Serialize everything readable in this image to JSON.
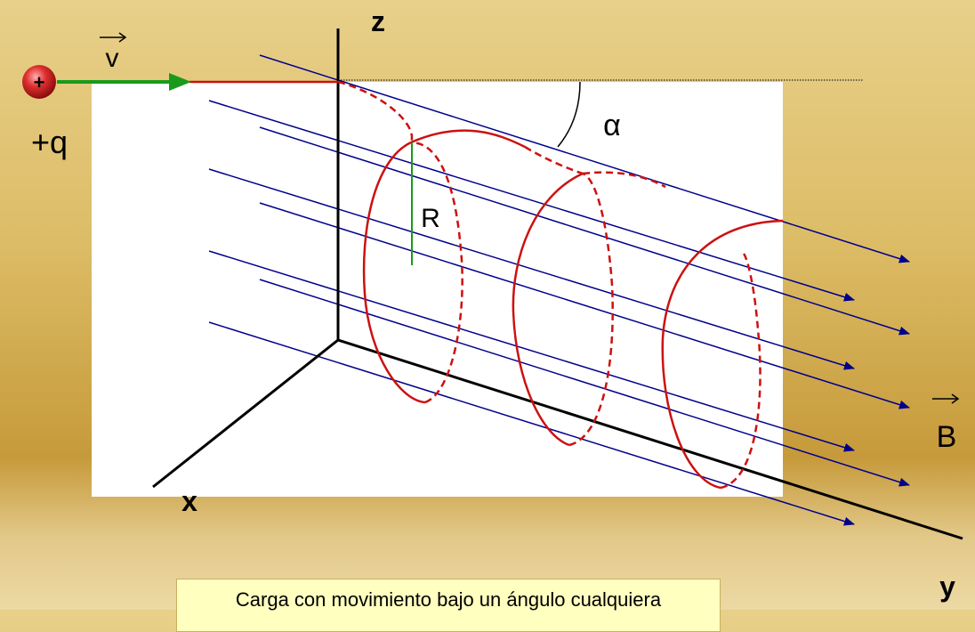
{
  "labels": {
    "z_axis": "z",
    "x_axis": "x",
    "y_axis": "y",
    "velocity": "v",
    "charge_sign": "+",
    "charge": "+q",
    "angle": "α",
    "radius": "R",
    "field": "B"
  },
  "caption": "Carga con movimiento bajo un ángulo cualquiera",
  "colors": {
    "field_lines": "#00008b",
    "trajectory": "#cc1111",
    "velocity_arrow": "#1a9a1a",
    "radius_line": "#1a9a1a",
    "axes": "#000000",
    "charge_ball": "#d42020",
    "panel": "#ffffff"
  }
}
